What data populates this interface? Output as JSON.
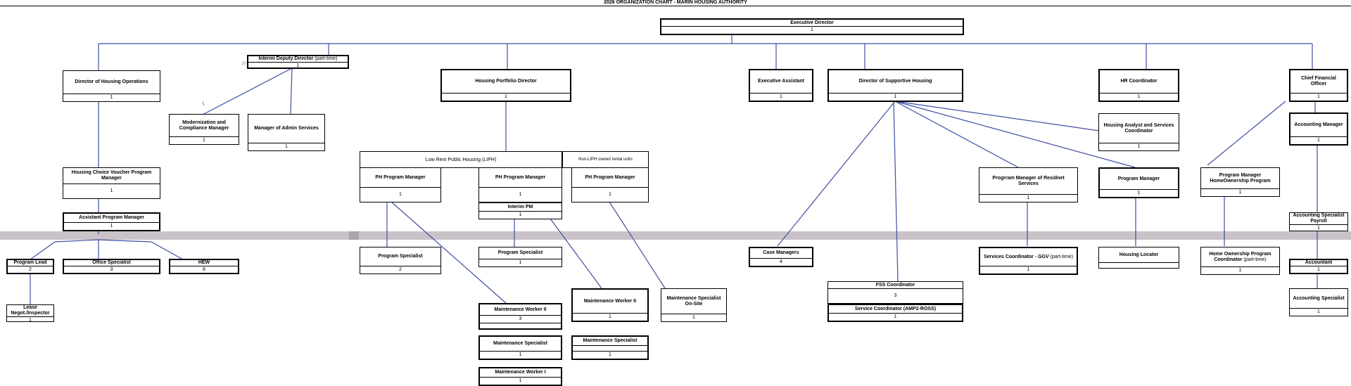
{
  "title": "2026 ORGANIZATION CHART - MARIN HOUSING AUTHORITY",
  "stray_marks": {
    "backslash": "\\",
    "number": "20"
  },
  "group_headers": {
    "liph": "Low Rent Public Housing (LIPH)",
    "non_liph": "Non-LIPH owned rental units"
  },
  "positions": {
    "executive_director": {
      "title": "Executive Director",
      "count": "1"
    },
    "interim_deputy_director": {
      "title": "Interim Deputy Director",
      "note": "(part-time)",
      "count": "1"
    },
    "director_housing_ops": {
      "title": "Director of Housing Operations",
      "count": "1"
    },
    "housing_portfolio_director": {
      "title": "Housing  Portfolio Director",
      "count": "1"
    },
    "executive_assistant": {
      "title": "Executive Assistant",
      "count": "1"
    },
    "director_supportive_housing": {
      "title": "Director of Supportive Housing",
      "count": "1"
    },
    "hr_coordinator": {
      "title": "HR Coordinator",
      "count": "1"
    },
    "cfo": {
      "title": "Chief Financial Officer",
      "count": "1"
    },
    "modernization_manager": {
      "title": "Modernization and Compliance Manager",
      "count": "1"
    },
    "admin_services_manager": {
      "title": "Manager of Admin Services",
      "count": "1"
    },
    "hcv_program_manager": {
      "title": "Housing Choice Voucher Program Manager",
      "count": "1"
    },
    "assistant_program_manager": {
      "title": "Assistant Program Manager",
      "count": "1"
    },
    "program_lead": {
      "title": "Program Lead",
      "count": "2"
    },
    "office_specialist": {
      "title": "Office Specialist",
      "count": "3"
    },
    "hew": {
      "title": "HEW",
      "count": "8"
    },
    "lease_negotiator": {
      "title": "Lease Negot./Inspector",
      "count": "1"
    },
    "ph_pm_1": {
      "title": "PH Program Manager",
      "count": "1"
    },
    "ph_pm_2": {
      "title": "PH Program Manager",
      "count": "1"
    },
    "interim_pm": {
      "title": "Interim PM",
      "count": "1"
    },
    "ph_pm_3": {
      "title": "PH Program Manager",
      "count": "1"
    },
    "program_specialist_1": {
      "title": "Program Specialist",
      "count": "2"
    },
    "program_specialist_2": {
      "title": "Program Specialist",
      "count": "1"
    },
    "maintenance_worker_ii_a": {
      "title": "Maintenance Worker II",
      "count": "3"
    },
    "maintenance_specialist_a": {
      "title": "Maintenance Specialist",
      "count": "1"
    },
    "maintenance_worker_i": {
      "title": "Maintenance Worker I",
      "count": "1"
    },
    "maintenance_worker_ii_b": {
      "title": "Maintenance Worker II",
      "count": "1"
    },
    "maintenance_specialist_b": {
      "title": "Maintenance Specialist",
      "count": "1"
    },
    "maintenance_specialist_onsite": {
      "title": "Maintenance Specialist On-Site",
      "count": "1"
    },
    "case_managers": {
      "title": "Case Managers",
      "count": "4"
    },
    "fss_coordinator": {
      "title": "FSS Coordinator",
      "count": "3"
    },
    "service_coordinator": {
      "title": "Service Coordinator (AMP2-ROSS)",
      "count": "1"
    },
    "program_manager_resident": {
      "title": "Progrram Manager of Residnet Services",
      "count": "1"
    },
    "services_coordinator_ggv": {
      "title": "Services Coordinator - GGV",
      "note": "(part-time)",
      "count": "1"
    },
    "program_manager": {
      "title": "Program Manager",
      "count": "1"
    },
    "housing_locator": {
      "title": "Housing Locator"
    },
    "housing_analyst": {
      "title": "Housing Analyst and Services Coordinator",
      "count": "1"
    },
    "accounting_manager": {
      "title": "Accounting Manager",
      "count": "1"
    },
    "pm_homeownership": {
      "title": "Program Manager HomeOwnership Program",
      "count": "1"
    },
    "homeownership_coordinator": {
      "title": "Home Ownership Program Coordinator",
      "note": "(part-time)",
      "count": "1"
    },
    "accounting_specialist_payroll": {
      "title": "Accounting Specialist Payroll",
      "count": "1"
    },
    "accountant": {
      "title": "Accountant",
      "count": "1"
    },
    "accounting_specialist": {
      "title": "Accounting Specialist",
      "count": "1"
    }
  },
  "colors": {
    "connector": "#3f4fa3",
    "band": "#c9c3c9",
    "border": "#000000"
  }
}
